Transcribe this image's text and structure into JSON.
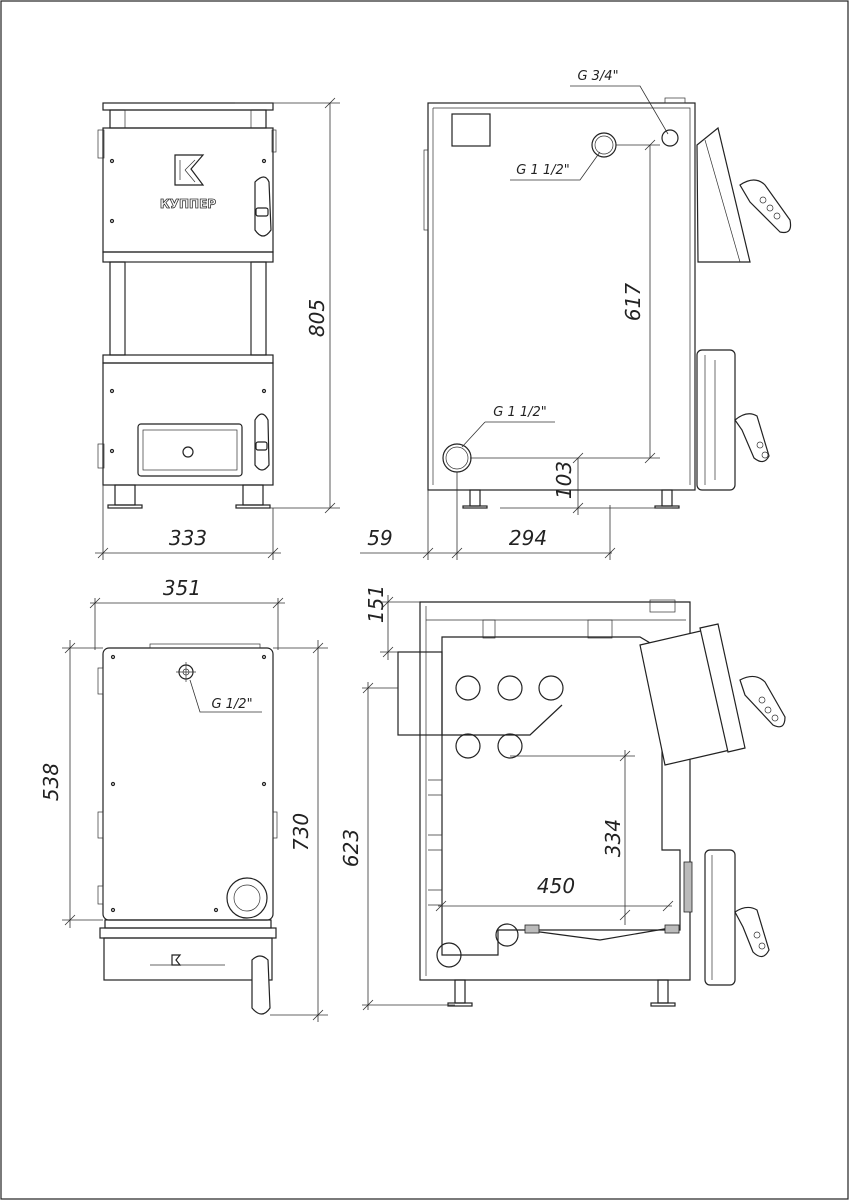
{
  "brand": {
    "logo_text": "КУППЕР"
  },
  "front_view": {
    "height_dim": "805",
    "width_dim": "333"
  },
  "side_view": {
    "upper_fitting_label": "G 3/4\"",
    "supply_fitting_label": "G 1 1/2\"",
    "return_fitting_label": "G 1 1/2\"",
    "between_fittings_dim": "617",
    "return_height_dim": "103",
    "offset_dim": "59",
    "depth_dim": "294"
  },
  "top_view": {
    "fitting_label": "G 1/2\"",
    "width_dim": "351",
    "body_depth_dim": "538",
    "total_depth_dim": "730"
  },
  "section_view": {
    "flue_dim": "151",
    "flue_height_dim": "623",
    "firebox_height_dim": "334",
    "firebox_depth_dim": "450"
  }
}
